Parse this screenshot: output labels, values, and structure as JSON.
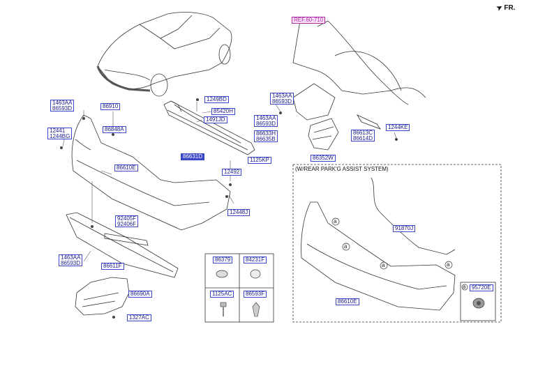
{
  "header": {
    "orientation": "FR."
  },
  "ref": "REF.60-710",
  "inset_title": "(W/REAR PARK'G ASSIST SYSTEM)",
  "callout_letter": "a",
  "labels": {
    "1463AA_86593D_top": [
      "1463AA",
      "86593D"
    ],
    "86910": "86910",
    "86848A": "86848A",
    "12441_1244BG": [
      "12441",
      "1244BG"
    ],
    "86610E": "86610E",
    "1249BD": "1249BD",
    "85420H": "85420H",
    "1491JD": "1491JD",
    "1463AA_86593D_mid": [
      "1463AA",
      "86593D"
    ],
    "86633H_86635B": [
      "86633H",
      "86635B"
    ],
    "86631D": "86631D",
    "1125KP": "1125KP",
    "1463AA_86593D_right": [
      "1463AA",
      "86593D"
    ],
    "86613C_86614D": [
      "86613C",
      "86614D"
    ],
    "1244KE": "1244KE",
    "86352W": "86352W",
    "12492": "12492",
    "12448J": "12448J",
    "92405F_92406F": [
      "92405F",
      "92406F"
    ],
    "1463AA_86593D_bottom": [
      "1463AA",
      "86593D"
    ],
    "86611F": "86611F",
    "86690A": "86690A",
    "1327AC": "1327AC",
    "91870J": "91870J",
    "86610E_inset": "86610E",
    "95720E": "95720E"
  },
  "fastener_table": {
    "cells": [
      "86379",
      "84231F",
      "1125AC",
      "86593F"
    ]
  }
}
